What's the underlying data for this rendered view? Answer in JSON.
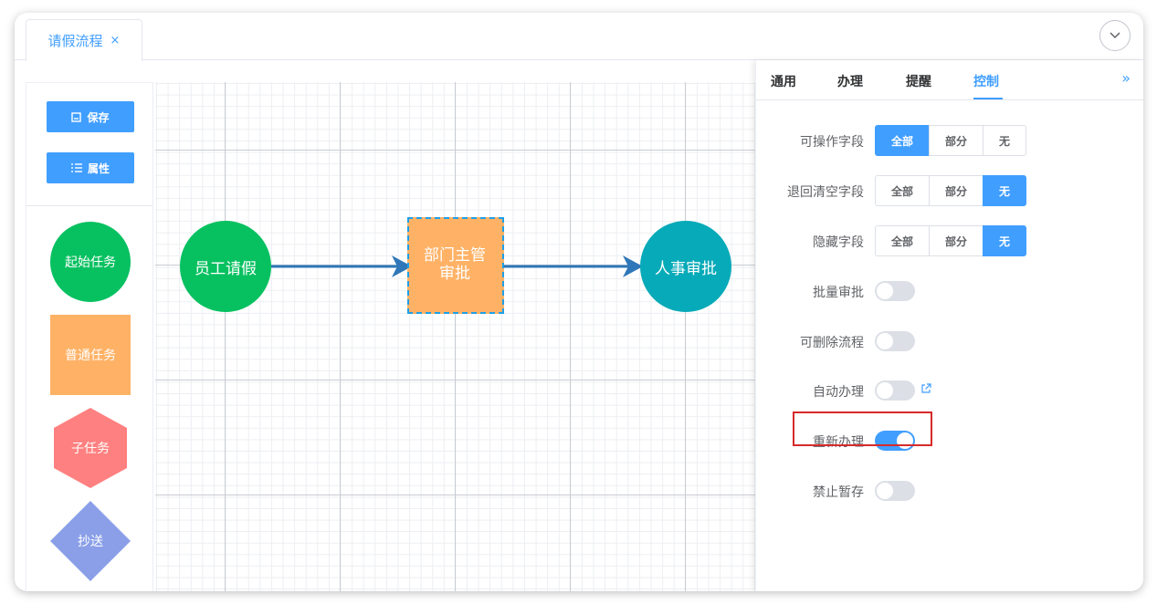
{
  "tab": {
    "label": "请假流程",
    "close": "×"
  },
  "palette": {
    "buttons": [
      {
        "label": "保存",
        "icon": "save-icon"
      },
      {
        "label": "属性",
        "icon": "list-icon"
      }
    ],
    "shapes": [
      "起始任务",
      "普通任务",
      "子任务",
      "抄送"
    ]
  },
  "canvas": {
    "nodes": {
      "employee": "员工请假",
      "dept_line1": "部门主管",
      "dept_line2": "审批",
      "hr": "人事审批"
    }
  },
  "panel": {
    "tabs": [
      "通用",
      "办理",
      "提醒",
      "控制"
    ],
    "active_tab": "控制",
    "segment_options": [
      "全部",
      "部分",
      "无"
    ],
    "rows": [
      {
        "label": "可操作字段",
        "type": "segment",
        "selected": "全部"
      },
      {
        "label": "退回清空字段",
        "type": "segment",
        "selected": "无"
      },
      {
        "label": "隐藏字段",
        "type": "segment",
        "selected": "无"
      },
      {
        "label": "批量审批",
        "type": "switch",
        "on": false
      },
      {
        "label": "可删除流程",
        "type": "switch",
        "on": false
      },
      {
        "label": "自动办理",
        "type": "switch",
        "on": false
      },
      {
        "label": "重新办理",
        "type": "switch",
        "on": true
      },
      {
        "label": "禁止暂存",
        "type": "switch",
        "on": false
      }
    ]
  },
  "colors": {
    "accent": "#409eff",
    "start": "#07c160",
    "normal": "#ffb266",
    "sub": "#ff8080",
    "cc": "#8a9fe8",
    "hr": "#07aab8",
    "highlight": "#d62a2a"
  }
}
